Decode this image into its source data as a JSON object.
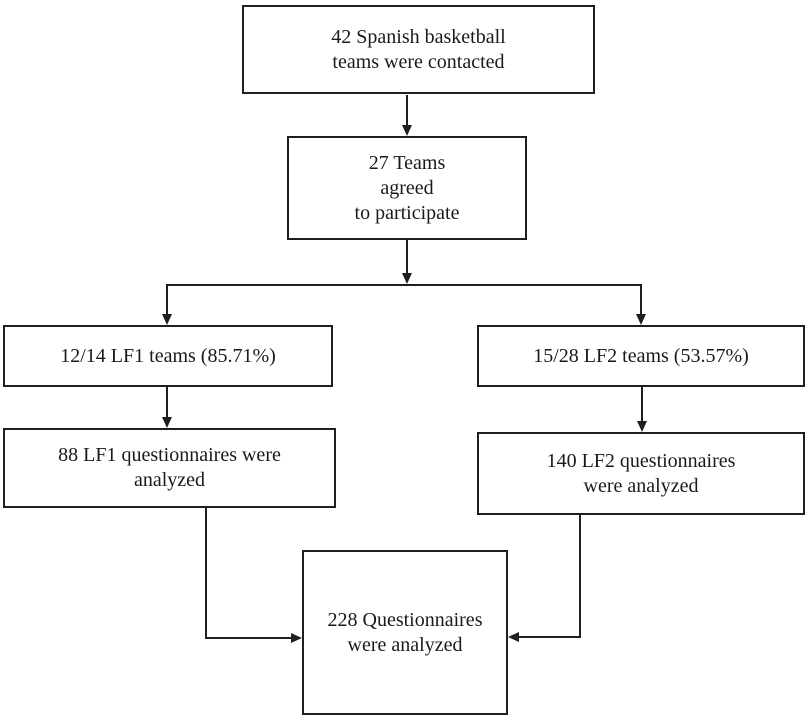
{
  "diagram": {
    "type": "flowchart",
    "background_color": "#ffffff",
    "line_color": "#1f1f1f",
    "text_color": "#1a1a1a",
    "nodes": {
      "contacted": {
        "label": "42 Spanish basketball\nteams were contacted"
      },
      "agreed": {
        "label": "27 Teams\nagreed\nto participate"
      },
      "lf1_teams": {
        "label": "12/14 LF1 teams (85.71%)"
      },
      "lf2_teams": {
        "label": "15/28 LF2 teams (53.57%)"
      },
      "lf1_questionnaires": {
        "label": "88 LF1 questionnaires were\nanalyzed"
      },
      "lf2_questionnaires": {
        "label": "140 LF2 questionnaires\nwere analyzed"
      },
      "total": {
        "label": "228 Questionnaires\nwere analyzed"
      }
    },
    "edges": [
      "contacted -> agreed",
      "agreed -> lf1_teams",
      "agreed -> lf2_teams",
      "lf1_teams -> lf1_questionnaires",
      "lf2_teams -> lf2_questionnaires",
      "lf1_questionnaires -> total",
      "lf2_questionnaires -> total"
    ]
  }
}
